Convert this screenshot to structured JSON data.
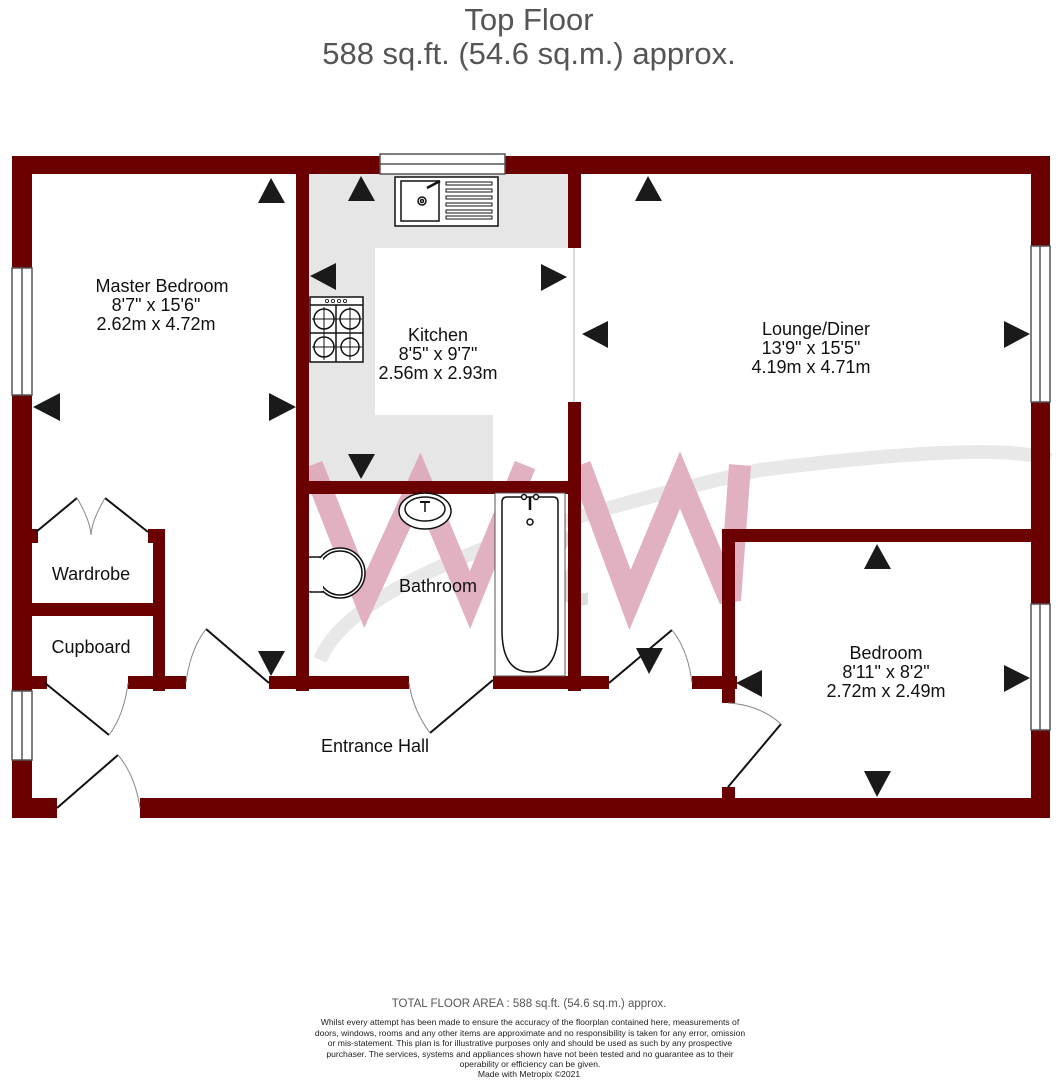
{
  "header": {
    "floor_name": "Top Floor",
    "floor_area": "588 sq.ft. (54.6 sq.m.) approx."
  },
  "colors": {
    "wall": "#6b0000",
    "worktop": "#e6e6e6",
    "arrow": "#1a1a1a",
    "watermark_pink": "#d9a0b4",
    "watermark_grey": "#d9d9d9",
    "title_text": "#555555"
  },
  "rooms": [
    {
      "name": "Master Bedroom",
      "imperial": "8'7\"  x 15'6\"",
      "metric": "2.62m  x 4.72m"
    },
    {
      "name": "Kitchen",
      "imperial": "8'5\"  x 9'7\"",
      "metric": "2.56m  x 2.93m"
    },
    {
      "name": "Lounge/Diner",
      "imperial": "13'9\"  x 15'5\"",
      "metric": "4.19m  x 4.71m"
    },
    {
      "name": "Wardrobe"
    },
    {
      "name": "Cupboard"
    },
    {
      "name": "Bathroom"
    },
    {
      "name": "Bedroom",
      "imperial": "8'11\"  x 8'2\"",
      "metric": "2.72m  x 2.49m"
    },
    {
      "name": "Entrance Hall"
    }
  ],
  "fixtures": [
    "sink-icon",
    "hob-icon",
    "washbasin-icon",
    "toilet-icon",
    "bath-icon"
  ],
  "watermark": "W&W",
  "footer": {
    "total_area": "TOTAL FLOOR AREA : 588 sq.ft. (54.6 sq.m.) approx.",
    "disclaimer": "Whilst every attempt has been made to ensure the accuracy of the floorplan contained here, measurements of doors, windows, rooms and any other items are approximate and no responsibility is taken for any error, omission or mis-statement. This plan is for illustrative purposes only and should be used as such by any prospective purchaser. The services, systems and appliances shown have not been tested and no guarantee as to their operability or efficiency can be given.",
    "made_with": "Made with Metropix ©2021"
  }
}
